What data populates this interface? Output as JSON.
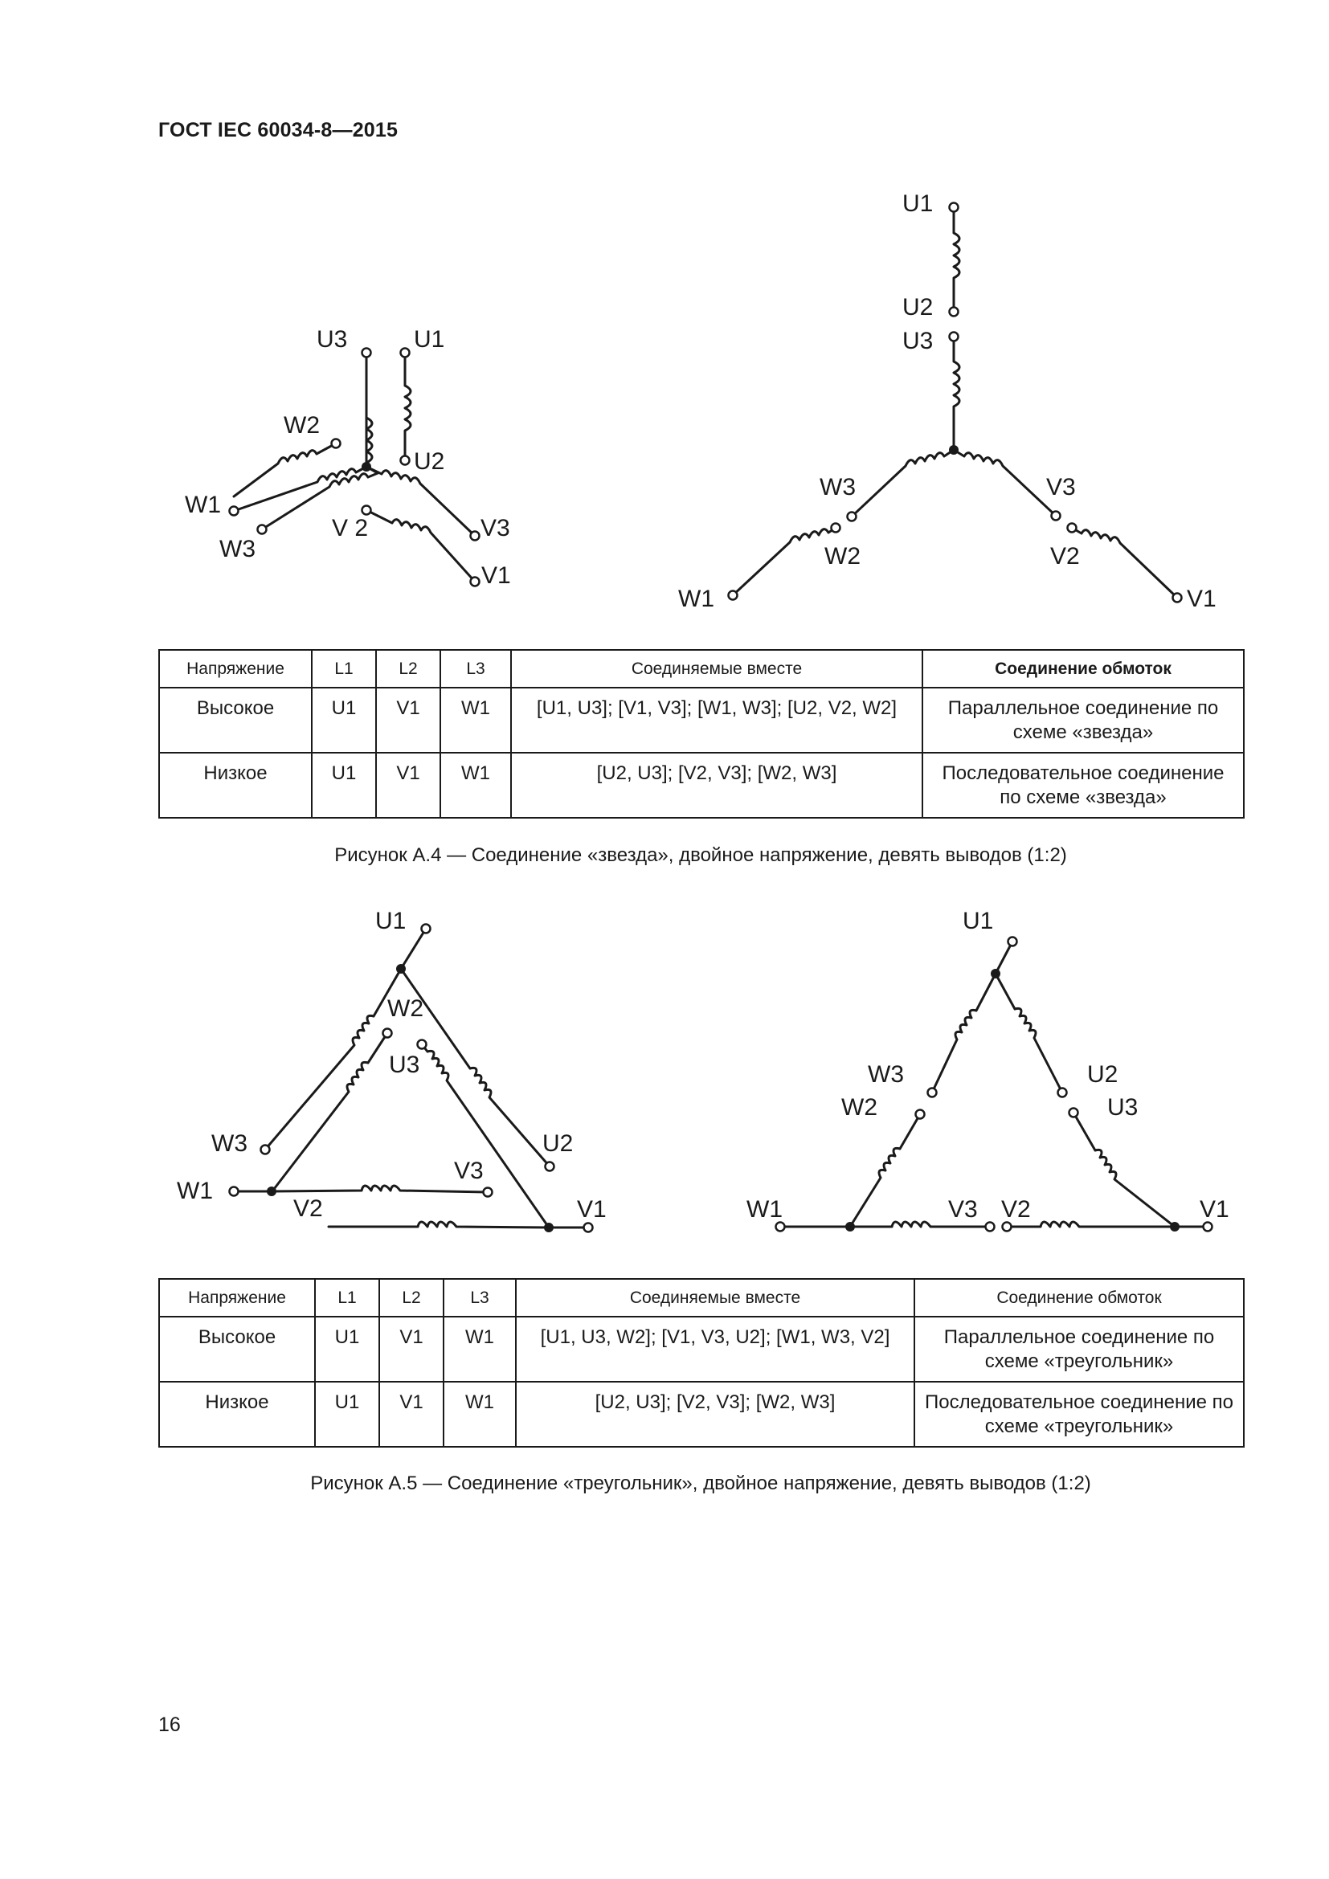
{
  "header": {
    "standard": "ГОСТ IEC 60034-8—2015"
  },
  "figure_a4": {
    "star_left_labels": {
      "u3": "U3",
      "u1": "U1",
      "w2": "W2",
      "u2": "U2",
      "w1": "W1",
      "w3": "W3",
      "v2": "V 2",
      "v3": "V3",
      "v1": "V1"
    },
    "star_right_labels": {
      "u1": "U1",
      "u2": "U2",
      "u3": "U3",
      "w3": "W3",
      "v3": "V3",
      "w2": "W2",
      "v2": "V2",
      "w1": "W1",
      "v1": "V1"
    },
    "table": {
      "headers": [
        "Напряжение",
        "L1",
        "L2",
        "L3",
        "Соединяемые вместе",
        "Соединение обмоток"
      ],
      "rows": [
        [
          "Высокое",
          "U1",
          "V1",
          "W1",
          "[U1, U3]; [V1, V3]; [W1, W3]; [U2, V2, W2]",
          "Параллельное соединение по схеме «звезда»"
        ],
        [
          "Низкое",
          "U1",
          "V1",
          "W1",
          "[U2, U3]; [V2, V3]; [W2, W3]",
          "Последовательное соединение по схеме «звезда»"
        ]
      ]
    },
    "caption": "Рисунок А.4 — Соединение «звезда», двойное напряжение, девять выводов (1:2)"
  },
  "figure_a5": {
    "delta_left_labels": {
      "u1": "U1",
      "w2": "W2",
      "u3": "U3",
      "w3": "W3",
      "u2": "U2",
      "w1": "W1",
      "v3": "V3",
      "v2": "V2",
      "v1": "V1"
    },
    "delta_right_labels": {
      "u1": "U1",
      "w3": "W3",
      "u2": "U2",
      "w2": "W2",
      "u3": "U3",
      "w1": "W1",
      "v3": "V3",
      "v2": "V2",
      "v1": "V1"
    },
    "table": {
      "headers": [
        "Напряжение",
        "L1",
        "L2",
        "L3",
        "Соединяемые вместе",
        "Соединение обмоток"
      ],
      "rows": [
        [
          "Высокое",
          "U1",
          "V1",
          "W1",
          "[U1, U3, W2]; [V1, V3, U2]; [W1, W3, V2]",
          "Параллельное соединение по схеме «треугольник»"
        ],
        [
          "Низкое",
          "U1",
          "V1",
          "W1",
          "[U2, U3]; [V2, V3]; [W2, W3]",
          "Последовательное соединение по схеме «треугольник»"
        ]
      ]
    },
    "caption": "Рисунок А.5 — Соединение «треугольник», двойное напряжение, девять выводов (1:2)"
  },
  "footer": {
    "page_number": "16"
  }
}
